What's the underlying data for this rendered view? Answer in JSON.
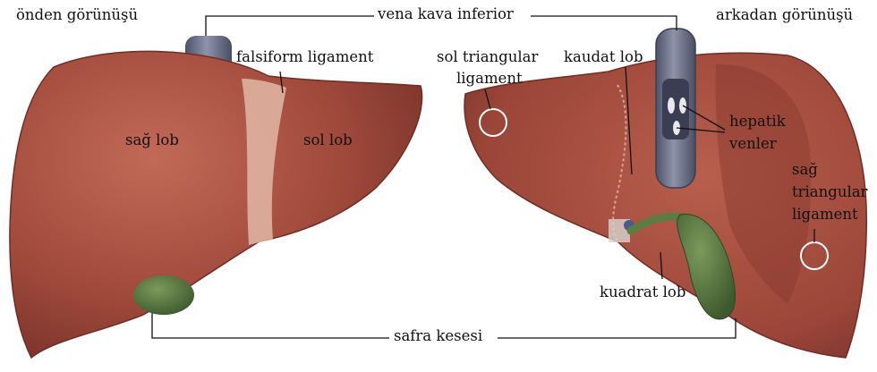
{
  "labels": {
    "front_view": "önden görünüşü",
    "back_view": "arkadan görünüşü",
    "ivc": "vena kava inferior",
    "falciform": "falsiform ligament",
    "right_lobe": "sağ lob",
    "left_lobe": "sol lob",
    "left_triangular_1": "sol triangular",
    "left_triangular_2": "ligament",
    "caudate": "kaudat lob",
    "hepatic_1": "hepatik",
    "hepatic_2": "venler",
    "right_triangular_1": "sağ",
    "right_triangular_2": "triangular",
    "right_triangular_3": "ligament",
    "quadrate": "kuadrat lob",
    "gallbladder": "safra kesesi"
  },
  "colors": {
    "liver": "#a04a3c",
    "liver_dark": "#7c3329",
    "liver_light": "#bf6a58",
    "ligament": "#e3b7a6",
    "vein": "#6a6f86",
    "gallbladder": "#4f6f3c"
  }
}
